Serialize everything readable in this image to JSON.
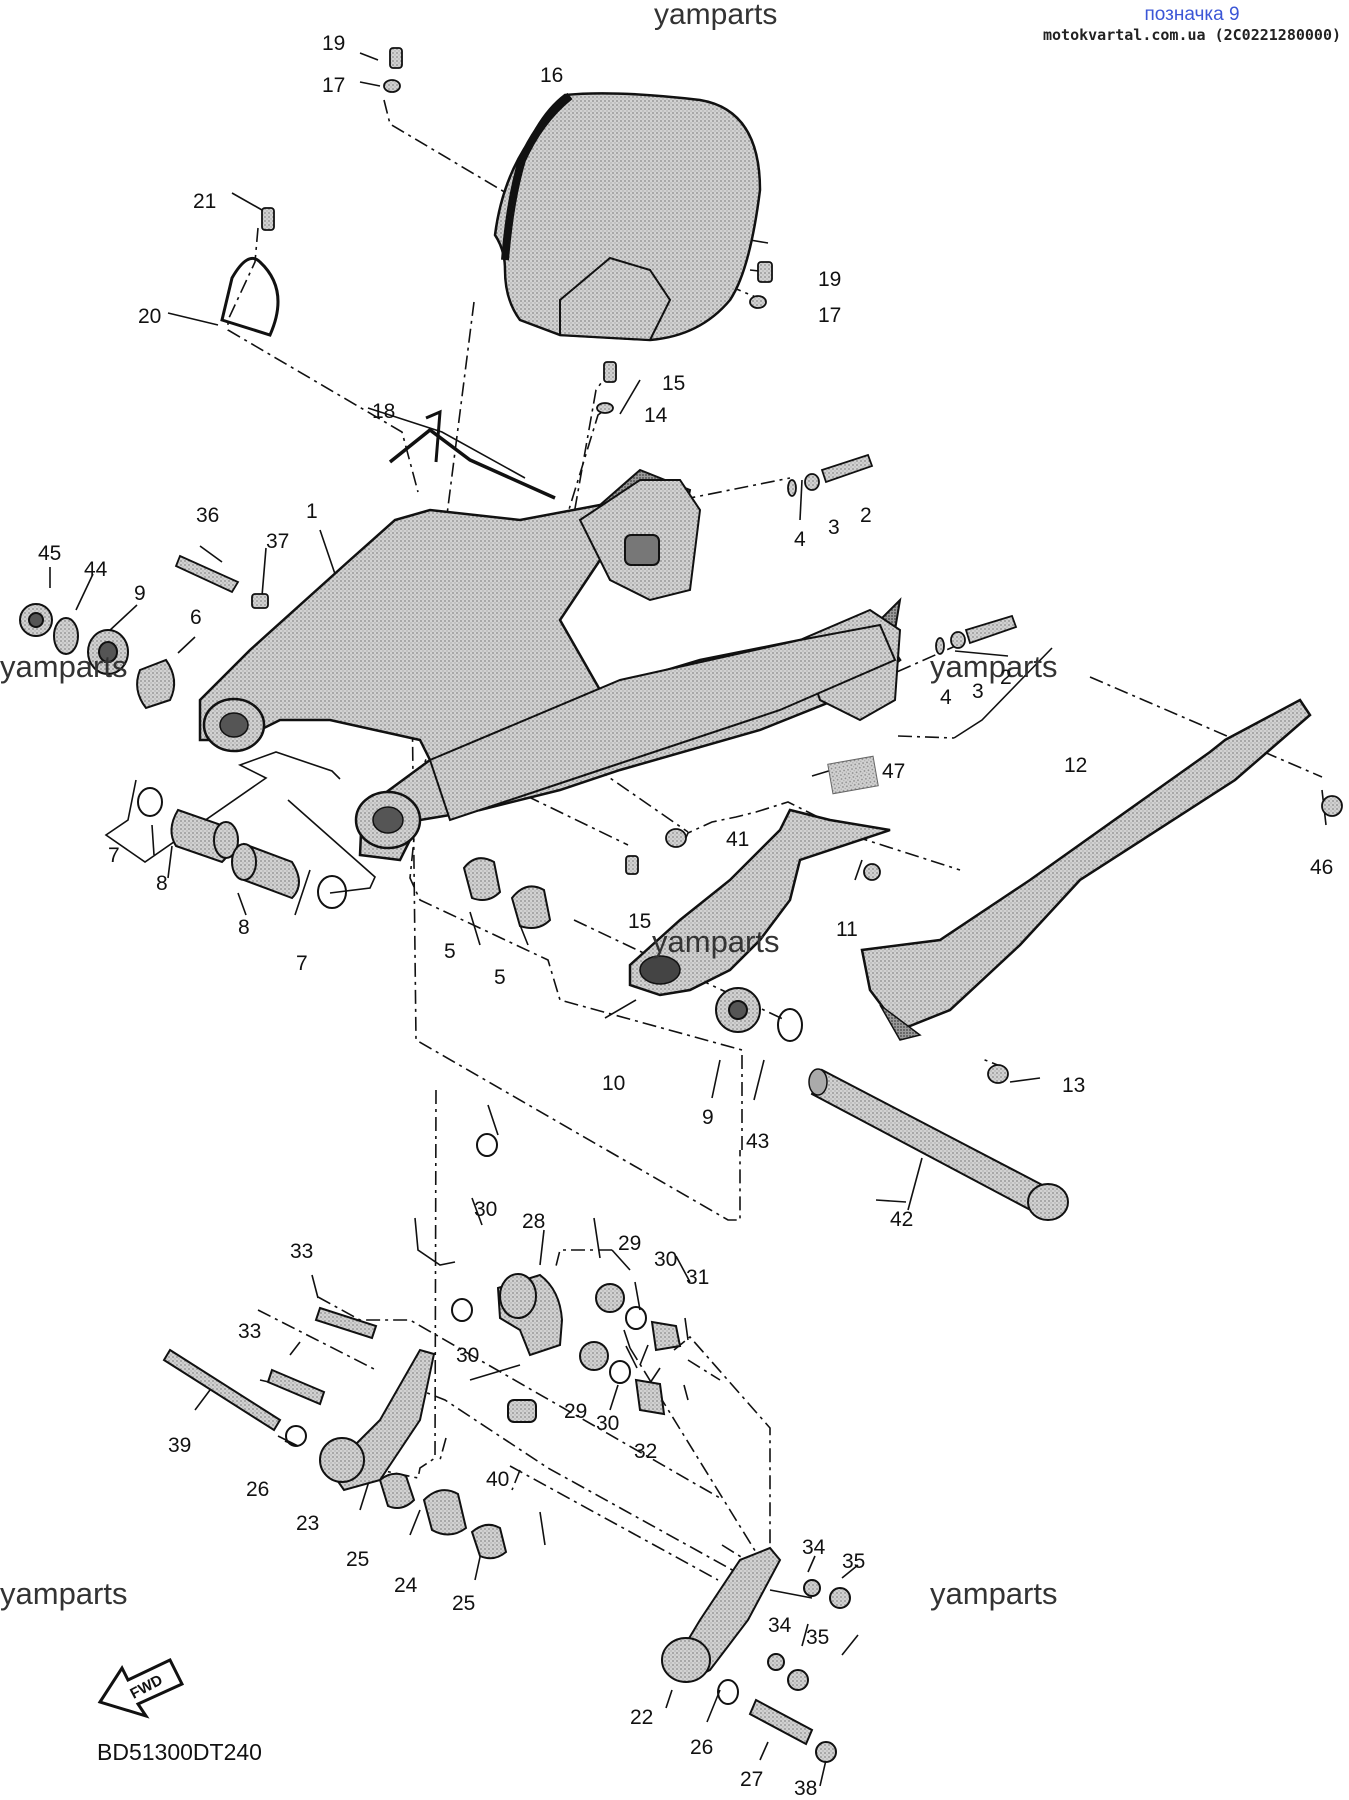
{
  "header": {
    "title": "позначка 9",
    "source": "motokvartal.com.ua (2C0221280000)"
  },
  "watermark": "yamparts",
  "diagram_code": "BD51300DT240",
  "fwd_label": "FWD",
  "callouts": [
    "19",
    "17",
    "16",
    "21",
    "19",
    "17",
    "20",
    "15",
    "14",
    "18",
    "2",
    "3",
    "4",
    "36",
    "1",
    "37",
    "45",
    "44",
    "9",
    "6",
    "2",
    "3",
    "4",
    "47",
    "12",
    "46",
    "7",
    "8",
    "41",
    "8",
    "7",
    "15",
    "11",
    "5",
    "5",
    "10",
    "9",
    "43",
    "13",
    "42",
    "30",
    "28",
    "33",
    "29",
    "30",
    "31",
    "33",
    "30",
    "29",
    "30",
    "32",
    "39",
    "26",
    "40",
    "23",
    "25",
    "24",
    "34",
    "35",
    "25",
    "34",
    "35",
    "22",
    "26",
    "27",
    "38"
  ]
}
